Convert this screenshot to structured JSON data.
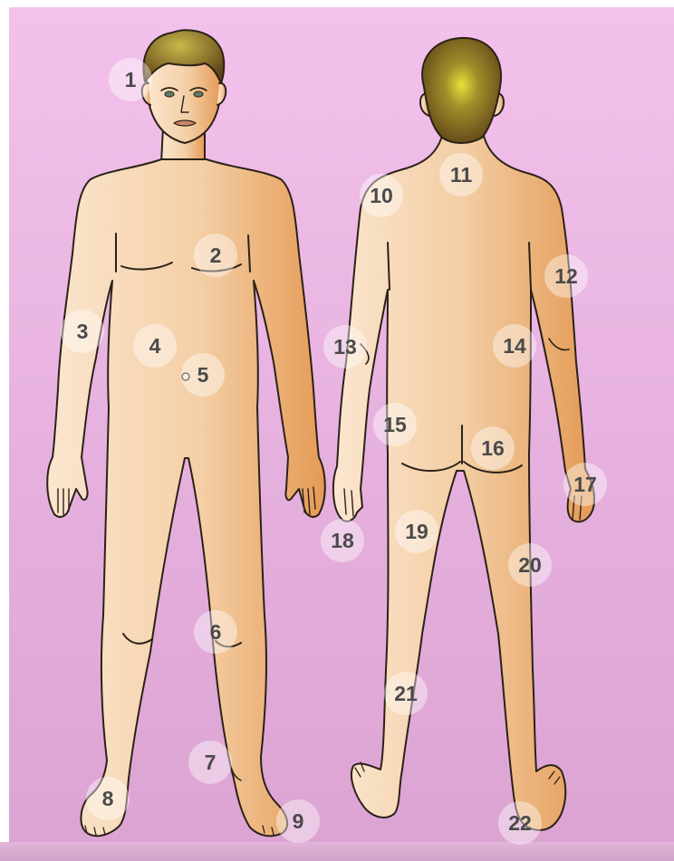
{
  "colors": {
    "background": "#e9b4e1",
    "skin_light": "#f8dcc0",
    "skin_dark": "#e7a25f",
    "hair": "#7a5a1c",
    "outline": "#2b2118",
    "marker_text": "#4a4a4a"
  },
  "markers": [
    {
      "id": "marker-1",
      "label": "1"
    },
    {
      "id": "marker-2",
      "label": "2"
    },
    {
      "id": "marker-3",
      "label": "3"
    },
    {
      "id": "marker-4",
      "label": "4"
    },
    {
      "id": "marker-5",
      "label": "5"
    },
    {
      "id": "marker-6",
      "label": "6"
    },
    {
      "id": "marker-7",
      "label": "7"
    },
    {
      "id": "marker-8",
      "label": "8"
    },
    {
      "id": "marker-9",
      "label": "9"
    },
    {
      "id": "marker-10",
      "label": "10"
    },
    {
      "id": "marker-11",
      "label": "11"
    },
    {
      "id": "marker-12",
      "label": "12"
    },
    {
      "id": "marker-13",
      "label": "13"
    },
    {
      "id": "marker-14",
      "label": "14"
    },
    {
      "id": "marker-15",
      "label": "15"
    },
    {
      "id": "marker-16",
      "label": "16"
    },
    {
      "id": "marker-17",
      "label": "17"
    },
    {
      "id": "marker-18",
      "label": "18"
    },
    {
      "id": "marker-19",
      "label": "19"
    },
    {
      "id": "marker-20",
      "label": "20"
    },
    {
      "id": "marker-21",
      "label": "21"
    },
    {
      "id": "marker-22",
      "label": "22"
    }
  ]
}
